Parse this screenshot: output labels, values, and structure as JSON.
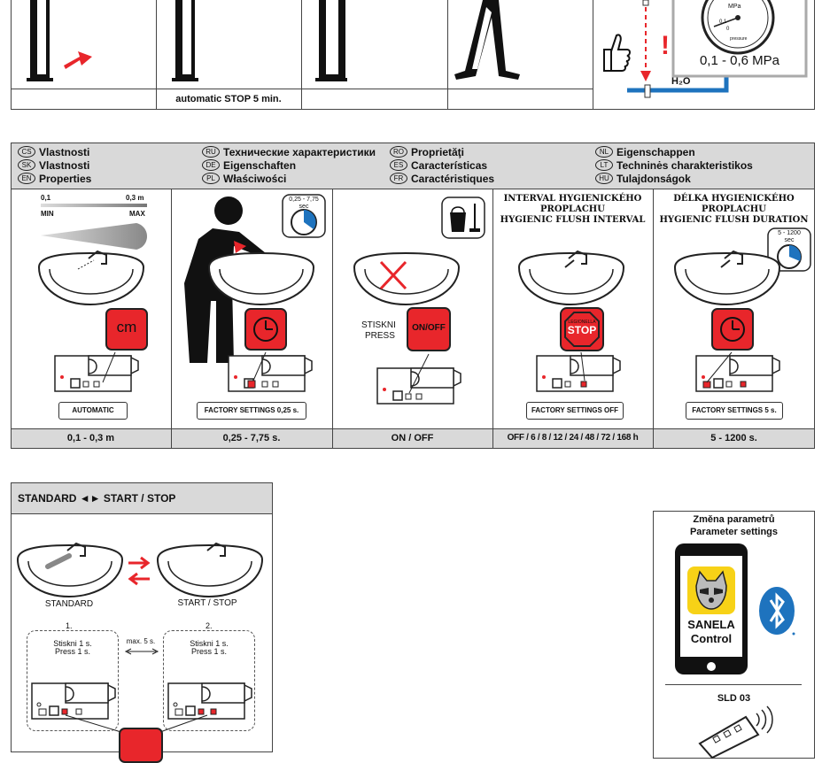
{
  "top_row": {
    "captions": [
      "",
      "automatic STOP 5 min.",
      "",
      ""
    ],
    "gauge_range": "0,1 - 0,6 MPa",
    "gauge_unit": "MPa",
    "gauge_scale": [
      "0,1",
      "0",
      "pressure"
    ],
    "h2o": "H₂O",
    "warning": "!"
  },
  "properties": {
    "langs": [
      {
        "code": "CS",
        "label": "Vlastnosti"
      },
      {
        "code": "SK",
        "label": "Vlastnosti"
      },
      {
        "code": "EN",
        "label": "Properties"
      },
      {
        "code": "RU",
        "label": "Технические характеристики"
      },
      {
        "code": "DE",
        "label": "Eigenschaften"
      },
      {
        "code": "PL",
        "label": "Właściwości"
      },
      {
        "code": "RO",
        "label": "Proprietăţi"
      },
      {
        "code": "ES",
        "label": "Características"
      },
      {
        "code": "FR",
        "label": "Caractéristiques"
      },
      {
        "code": "NL",
        "label": "Eigenschappen"
      },
      {
        "code": "LT",
        "label": "Techninės charakteristikos"
      },
      {
        "code": "HU",
        "label": "Tulajdonságok"
      }
    ],
    "col1": {
      "min": "0,1",
      "max": "0,3 m",
      "min_label": "MIN",
      "max_label": "MAX",
      "button": "cm",
      "pill": "AUTOMATIC",
      "value": "0,1 - 0,3 m"
    },
    "col2": {
      "timer": "0,25 - 7,75",
      "timer_unit": "sec",
      "pill": "FACTORY SETTINGS 0,25 s.",
      "value": "0,25 - 7,75 s."
    },
    "col3": {
      "press": "STISKNI",
      "press_en": "PRESS",
      "button": "ON/OFF",
      "value": "ON / OFF"
    },
    "col4": {
      "title1": "INTERVAL HYGIENICKÉHO",
      "title2": "PROPLACHU",
      "title3": "HYGIENIC FLUSH INTERVAL",
      "stop_small": "LEGIONELLA",
      "stop": "STOP",
      "pill": "FACTORY SETTINGS OFF",
      "value": "OFF / 6 / 8 / 12 / 24 / 48 / 72 / 168 h"
    },
    "col5": {
      "title1": "DÉLKA HYGIENICKÉHO",
      "title2": "PROPLACHU",
      "title3": "HYGIENIC FLUSH DURATION",
      "timer": "5 - 1200",
      "timer_unit": "sec",
      "pill": "FACTORY SETTINGS 5 s.",
      "value": "5 - 1200 s."
    }
  },
  "standard": {
    "header": "STANDARD ◄► START / STOP",
    "left_label": "STANDARD",
    "right_label": "START / STOP",
    "step1": "1.",
    "step2": "2.",
    "press1": "Stiskni 1 s.",
    "press1_en": "Press 1 s.",
    "press2": "Stiskni 1 s.",
    "press2_en": "Press 1 s.",
    "max": "max. 5 s."
  },
  "app": {
    "title1": "Změna parametrů",
    "title2": "Parameter settings",
    "app_name1": "SANELA",
    "app_name2": "Control",
    "remote": "SLD 03"
  },
  "colors": {
    "accent": "#e8262b",
    "blue": "#1e73be",
    "panel_gray": "#d9d9d9"
  }
}
